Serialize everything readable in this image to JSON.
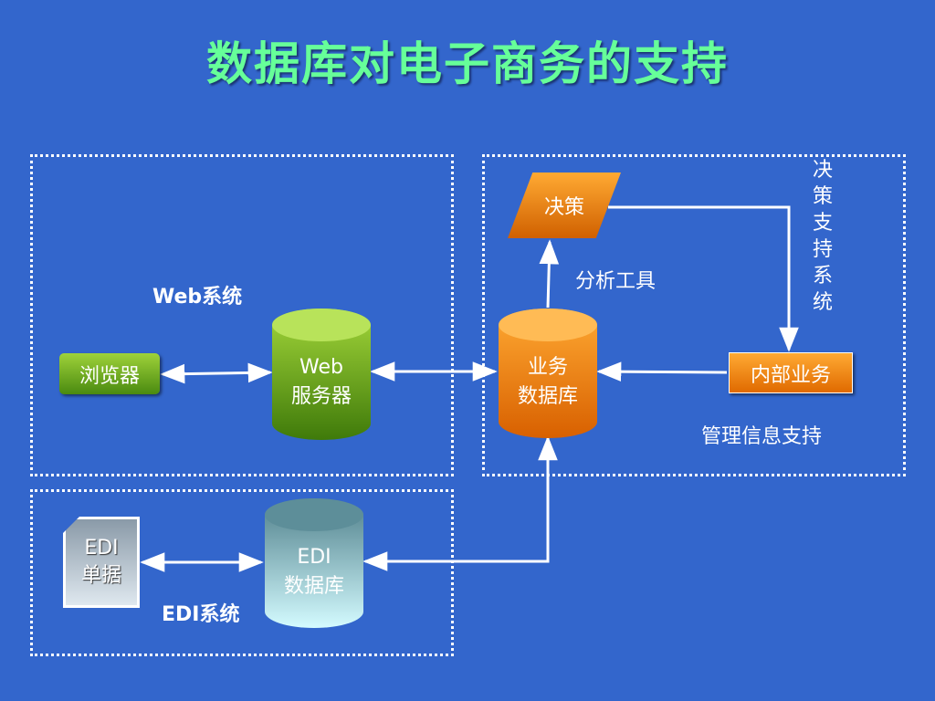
{
  "title": "数据库对电子商务的支持",
  "regions": {
    "web_system": {
      "label": "Web系统"
    },
    "edi_system": {
      "label": "EDI系统"
    },
    "management": {
      "label": "管理信息支持",
      "decision_support_label": "决策支持系统"
    }
  },
  "nodes": {
    "browser": "浏览器",
    "web_server": {
      "line1": "Web",
      "line2": "服务器"
    },
    "business_db": {
      "line1": "业务",
      "line2": "数据库"
    },
    "decision": "决策",
    "internal_business": "内部业务",
    "edi_document": {
      "line1": "EDI",
      "line2": "单据"
    },
    "edi_db": {
      "line1": "EDI",
      "line2": "数据库"
    }
  },
  "edges": {
    "analysis_tools": "分析工具"
  },
  "colors": {
    "background": "#3366cc",
    "title": "#66ff99",
    "green_node": "#7ab82a",
    "orange_node": "#f08a10",
    "edi_db": "#bfeff0"
  }
}
